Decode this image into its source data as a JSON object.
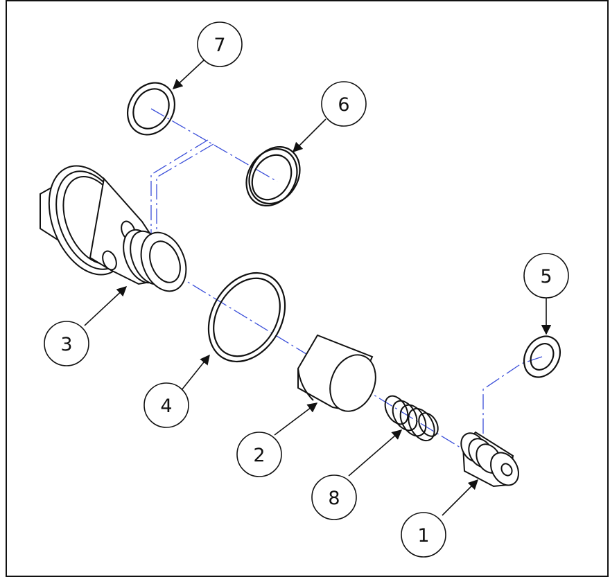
{
  "diagram": {
    "type": "exploded-assembly-view",
    "line_color": "#111111",
    "centerline_color": "#3b4fd9",
    "balloons": [
      {
        "id": "balloon-1",
        "label": "1",
        "part": "nose-fitting"
      },
      {
        "id": "balloon-2",
        "label": "2",
        "part": "sleeve"
      },
      {
        "id": "balloon-3",
        "label": "3",
        "part": "cartridge-body"
      },
      {
        "id": "balloon-4",
        "label": "4",
        "part": "large-o-ring"
      },
      {
        "id": "balloon-5",
        "label": "5",
        "part": "small-washer"
      },
      {
        "id": "balloon-6",
        "label": "6",
        "part": "backup-ring"
      },
      {
        "id": "balloon-7",
        "label": "7",
        "part": "o-ring"
      },
      {
        "id": "balloon-8",
        "label": "8",
        "part": "spring"
      }
    ]
  }
}
